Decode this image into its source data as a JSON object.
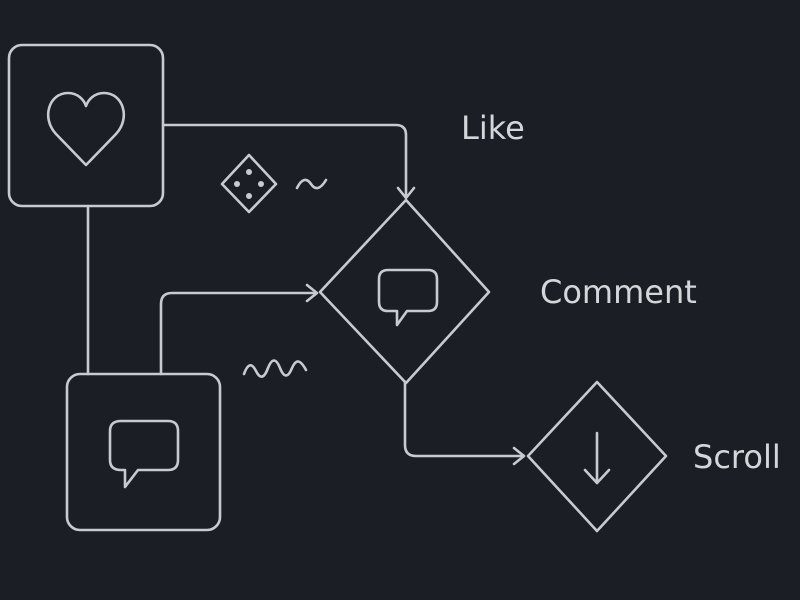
{
  "labels": {
    "like": "Like",
    "comment": "Comment",
    "scroll": "Scroll"
  },
  "nodes": [
    {
      "id": "like-source",
      "shape": "rounded-square",
      "icon": "heart-icon"
    },
    {
      "id": "comment-source",
      "shape": "rounded-square",
      "icon": "speech-bubble-icon"
    },
    {
      "id": "comment-decision",
      "shape": "diamond",
      "icon": "speech-bubble-icon"
    },
    {
      "id": "scroll-decision",
      "shape": "diamond",
      "icon": "arrow-down-icon"
    }
  ],
  "decorations": [
    "dice-icon",
    "squiggle-icon"
  ],
  "colors": {
    "background": "#1b1e25",
    "stroke": "#c8cacf",
    "text": "#d4d6da"
  }
}
